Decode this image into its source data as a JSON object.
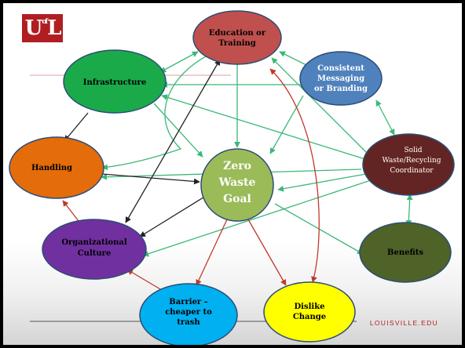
{
  "logo": {
    "text": "U",
    "small": "of",
    "text2": "L"
  },
  "footer": {
    "site": "LOUISVILLE.EDU"
  },
  "nodes": {
    "education": {
      "lines": [
        "Education or",
        "Training"
      ],
      "fill": "#c0504d"
    },
    "infrastructure": {
      "lines": [
        "Infrastructure"
      ],
      "fill": "#1aaa4a"
    },
    "messaging": {
      "lines": [
        "Consistent",
        "Messaging",
        "or Branding"
      ],
      "fill": "#4f81bd"
    },
    "handling": {
      "lines": [
        "Handling"
      ],
      "fill": "#e46c0a"
    },
    "zero": {
      "lines": [
        "Zero",
        "Waste",
        "Goal"
      ],
      "fill": "#9bbb59"
    },
    "coordinator": {
      "lines": [
        "Solid",
        "Waste/Recycling",
        "Coordinator"
      ],
      "fill": "#632523"
    },
    "culture": {
      "lines": [
        "Organizational",
        "Culture"
      ],
      "fill": "#7030a0"
    },
    "benefits": {
      "lines": [
        "Benefits"
      ],
      "fill": "#4f6228"
    },
    "barrier": {
      "lines": [
        "Barrier –",
        "cheaper to",
        "trash"
      ],
      "fill": "#00b0f0"
    },
    "dislike": {
      "lines": [
        "Dislike",
        "Change"
      ],
      "fill": "#ffff00"
    }
  }
}
